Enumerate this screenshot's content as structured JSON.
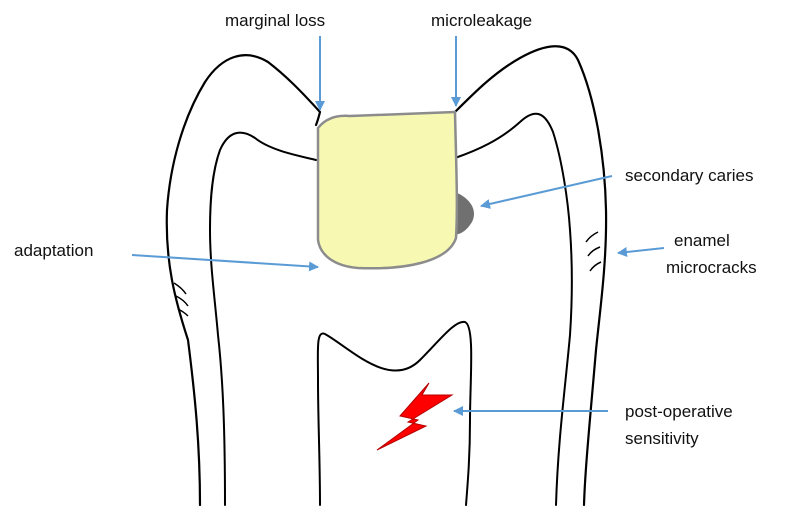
{
  "labels": {
    "marginal_loss": "marginal loss",
    "microleakage": "microleakage",
    "secondary_caries": "secondary caries",
    "adaptation": "adaptation",
    "enamel_line1": "enamel",
    "enamel_line2": "microcracks",
    "postop_line1": "post-operative",
    "postop_line2": "sensitivity"
  },
  "colors": {
    "outline": "#000000",
    "filling_fill": "#f7f9b3",
    "filling_border": "#8c8c8c",
    "caries": "#707070",
    "arrow": "#5b9bd5",
    "bolt_fill": "#ff0000",
    "bolt_border": "#b40000"
  },
  "icons": {
    "pain": "lightning-bolt-icon"
  }
}
